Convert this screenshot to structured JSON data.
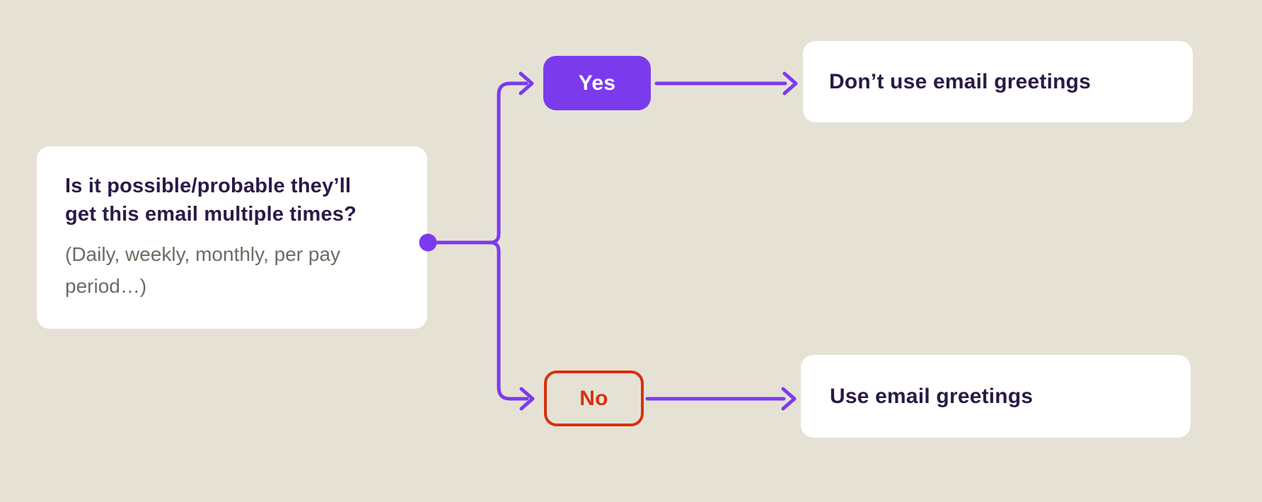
{
  "colors": {
    "background": "#e5e2d5",
    "card": "#ffffff",
    "purple": "#7c3aed",
    "red": "#d9300d",
    "heading": "#2a1a46",
    "muted": "#6c6c61"
  },
  "question_card": {
    "title": "Is it possible/probable they’ll\nget this email multiple times?",
    "subtitle": "(Daily, weekly, monthly, per pay\nperiod…)"
  },
  "branches": {
    "yes": {
      "label": "Yes",
      "outcome": "Don’t use email greetings"
    },
    "no": {
      "label": "No",
      "outcome": "Use email greetings"
    }
  }
}
